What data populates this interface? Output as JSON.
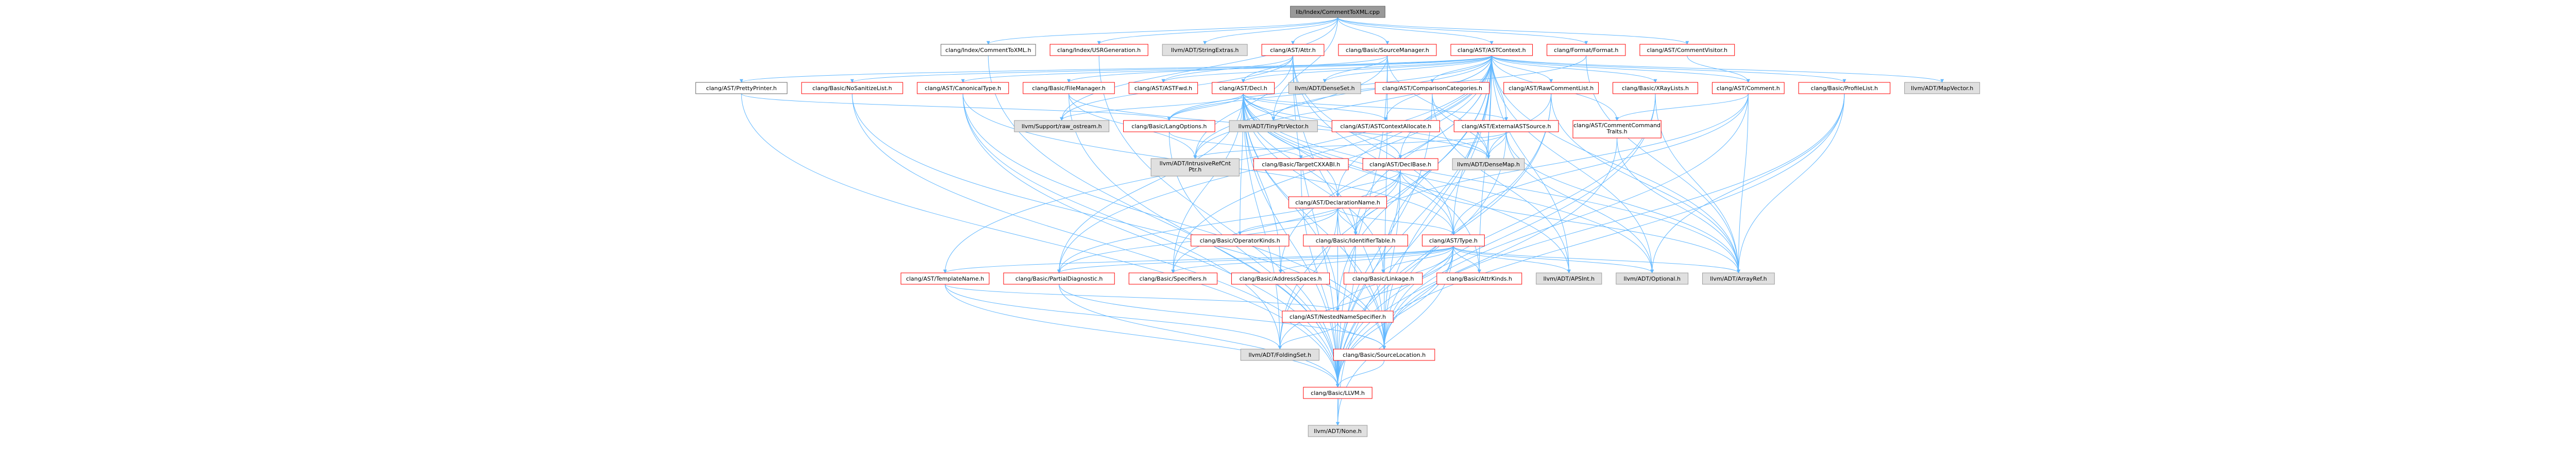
{
  "colors": {
    "edge": "#63b8ff",
    "root_fill": "#999999",
    "link_border": "#ff0000",
    "external_fill": "#e0e0e0",
    "default_border": "#666666"
  },
  "nodes": [
    {
      "id": "root",
      "label": "lib/Index/CommentToXML.cpp",
      "style": "root"
    },
    {
      "id": "ASTContext",
      "label": "clang/AST/ASTContext.h",
      "style": "red"
    },
    {
      "id": "Attr",
      "label": "clang/AST/Attr.h",
      "style": "red"
    },
    {
      "id": "CommentVisitor",
      "label": "clang/AST/CommentVisitor.h",
      "style": "red"
    },
    {
      "id": "Decl",
      "label": "clang/AST/Decl.h",
      "style": "red"
    },
    {
      "id": "PrettyPrinter",
      "label": "clang/AST/PrettyPrinter.h",
      "style": "plain"
    },
    {
      "id": "ASTFwd",
      "label": "clang/AST/ASTFwd.h",
      "style": "red"
    },
    {
      "id": "CanonicalType",
      "label": "clang/AST/CanonicalType.h",
      "style": "red"
    },
    {
      "id": "CommentCommandTraits",
      "label": "clang/AST/CommentCommand\nTraits.h",
      "style": "red"
    },
    {
      "id": "ComparisonCategories",
      "label": "clang/AST/ComparisonCategories.h",
      "style": "red"
    },
    {
      "id": "DeclBase",
      "label": "clang/AST/DeclBase.h",
      "style": "red"
    },
    {
      "id": "DeclarationName",
      "label": "clang/AST/DeclarationName.h",
      "style": "red"
    },
    {
      "id": "ExternalASTSource",
      "label": "clang/AST/ExternalASTSource.h",
      "style": "red"
    },
    {
      "id": "NestedNameSpecifier",
      "label": "clang/AST/NestedNameSpecifier.h",
      "style": "red"
    },
    {
      "id": "RawCommentList",
      "label": "clang/AST/RawCommentList.h",
      "style": "red"
    },
    {
      "id": "TemplateName",
      "label": "clang/AST/TemplateName.h",
      "style": "red"
    },
    {
      "id": "Type",
      "label": "clang/AST/Type.h",
      "style": "red"
    },
    {
      "id": "AddressSpaces",
      "label": "clang/Basic/AddressSpaces.h",
      "style": "red"
    },
    {
      "id": "IdentifierTable",
      "label": "clang/Basic/IdentifierTable.h",
      "style": "red"
    },
    {
      "id": "LLVM",
      "label": "clang/Basic/LLVM.h",
      "style": "red"
    },
    {
      "id": "LangOptions",
      "label": "clang/Basic/LangOptions.h",
      "style": "red"
    },
    {
      "id": "NoSanitizeList",
      "label": "clang/Basic/NoSanitizeList.h",
      "style": "red"
    },
    {
      "id": "PartialDiagnostic",
      "label": "clang/Basic/PartialDiagnostic.h",
      "style": "red"
    },
    {
      "id": "ProfileList",
      "label": "clang/Basic/ProfileList.h",
      "style": "red"
    },
    {
      "id": "SourceLocation",
      "label": "clang/Basic/SourceLocation.h",
      "style": "red"
    },
    {
      "id": "Specifiers",
      "label": "clang/Basic/Specifiers.h",
      "style": "red"
    },
    {
      "id": "XRayLists",
      "label": "clang/Basic/XRayLists.h",
      "style": "red"
    },
    {
      "id": "ArrayRef",
      "label": "llvm/ADT/ArrayRef.h",
      "style": "grey"
    },
    {
      "id": "DenseMap",
      "label": "llvm/ADT/DenseMap.h",
      "style": "grey"
    },
    {
      "id": "DenseSet",
      "label": "llvm/ADT/DenseSet.h",
      "style": "grey"
    },
    {
      "id": "FoldingSet",
      "label": "llvm/ADT/FoldingSet.h",
      "style": "grey"
    },
    {
      "id": "IntrusiveRefCntPtr",
      "label": "llvm/ADT/IntrusiveRefCnt\nPtr.h",
      "style": "grey"
    },
    {
      "id": "MapVector",
      "label": "llvm/ADT/MapVector.h",
      "style": "grey"
    },
    {
      "id": "None",
      "label": "llvm/ADT/None.h",
      "style": "grey"
    },
    {
      "id": "Optional",
      "label": "llvm/ADT/Optional.h",
      "style": "grey"
    },
    {
      "id": "TinyPtrVector",
      "label": "llvm/ADT/TinyPtrVector.h",
      "style": "grey"
    },
    {
      "id": "APSInt",
      "label": "llvm/ADT/APSInt.h",
      "style": "grey"
    },
    {
      "id": "StringExtras",
      "label": "llvm/ADT/StringExtras.h",
      "style": "grey"
    },
    {
      "id": "rawostream",
      "label": "llvm/Support/raw_ostream.h",
      "style": "grey"
    },
    {
      "id": "SourceManager",
      "label": "clang/Basic/SourceManager.h",
      "style": "red"
    },
    {
      "id": "FileManager",
      "label": "clang/Basic/FileManager.h",
      "style": "red"
    },
    {
      "id": "Comment",
      "label": "clang/AST/Comment.h",
      "style": "red"
    },
    {
      "id": "ASTContextAllocate",
      "label": "clang/AST/ASTContextAllocate.h",
      "style": "red"
    },
    {
      "id": "TargetCXXABI",
      "label": "clang/Basic/TargetCXXABI.h",
      "style": "red"
    },
    {
      "id": "FormatH",
      "label": "clang/Format/Format.h",
      "style": "red"
    },
    {
      "id": "CommentToXMLh",
      "label": "clang/Index/CommentToXML.h",
      "style": "plain"
    },
    {
      "id": "USRGeneration",
      "label": "clang/Index/USRGeneration.h",
      "style": "red"
    },
    {
      "id": "OperatorKinds",
      "label": "clang/Basic/OperatorKinds.h",
      "style": "red"
    },
    {
      "id": "Linkage",
      "label": "clang/Basic/Linkage.h",
      "style": "red"
    },
    {
      "id": "AttrKinds",
      "label": "clang/Basic/AttrKinds.h",
      "style": "red"
    }
  ],
  "edges": [
    [
      "root",
      "ASTContext"
    ],
    [
      "root",
      "Attr"
    ],
    [
      "root",
      "CommentVisitor"
    ],
    [
      "root",
      "FormatH"
    ],
    [
      "root",
      "CommentToXMLh"
    ],
    [
      "root",
      "USRGeneration"
    ],
    [
      "root",
      "StringExtras"
    ],
    [
      "root",
      "TinyPtrVector"
    ],
    [
      "root",
      "rawostream"
    ],
    [
      "root",
      "SourceManager"
    ],
    [
      "ASTContext",
      "ASTFwd"
    ],
    [
      "ASTContext",
      "CanonicalType"
    ],
    [
      "ASTContext",
      "CommentCommandTraits"
    ],
    [
      "ASTContext",
      "ComparisonCategories"
    ],
    [
      "ASTContext",
      "Decl"
    ],
    [
      "ASTContext",
      "DeclBase"
    ],
    [
      "ASTContext",
      "DeclarationName"
    ],
    [
      "ASTContext",
      "ExternalASTSource"
    ],
    [
      "ASTContext",
      "NestedNameSpecifier"
    ],
    [
      "ASTContext",
      "PrettyPrinter"
    ],
    [
      "ASTContext",
      "RawCommentList"
    ],
    [
      "ASTContext",
      "TemplateName"
    ],
    [
      "ASTContext",
      "Type"
    ],
    [
      "ASTContext",
      "AddressSpaces"
    ],
    [
      "ASTContext",
      "IdentifierTable"
    ],
    [
      "ASTContext",
      "LLVM"
    ],
    [
      "ASTContext",
      "LangOptions"
    ],
    [
      "ASTContext",
      "Linkage"
    ],
    [
      "ASTContext",
      "NoSanitizeList"
    ],
    [
      "ASTContext",
      "PartialDiagnostic"
    ],
    [
      "ASTContext",
      "ProfileList"
    ],
    [
      "ASTContext",
      "SourceLocation"
    ],
    [
      "ASTContext",
      "Specifiers"
    ],
    [
      "ASTContext",
      "XRayLists"
    ],
    [
      "ASTContext",
      "ArrayRef"
    ],
    [
      "ASTContext",
      "DenseMap"
    ],
    [
      "ASTContext",
      "DenseSet"
    ],
    [
      "ASTContext",
      "FoldingSet"
    ],
    [
      "ASTContext",
      "IntrusiveRefCntPtr"
    ],
    [
      "ASTContext",
      "MapVector"
    ],
    [
      "ASTContext",
      "None"
    ],
    [
      "ASTContext",
      "Optional"
    ],
    [
      "ASTContext",
      "TinyPtrVector"
    ],
    [
      "ASTContext",
      "APSInt"
    ],
    [
      "ASTContext",
      "Comment"
    ],
    [
      "ASTContext",
      "ASTContextAllocate"
    ],
    [
      "ASTContext",
      "AttrKinds"
    ],
    [
      "Attr",
      "ASTFwd"
    ],
    [
      "Attr",
      "Decl"
    ],
    [
      "Attr",
      "Type"
    ],
    [
      "Attr",
      "AttrKinds"
    ],
    [
      "Attr",
      "LLVM"
    ],
    [
      "Attr",
      "SourceLocation"
    ],
    [
      "Attr",
      "rawostream"
    ],
    [
      "Attr",
      "IntrusiveRefCntPtr"
    ],
    [
      "CommentVisitor",
      "Comment"
    ],
    [
      "Decl",
      "ASTContextAllocate"
    ],
    [
      "Decl",
      "DeclBase"
    ],
    [
      "Decl",
      "DeclarationName"
    ],
    [
      "Decl",
      "ExternalASTSource"
    ],
    [
      "Decl",
      "NestedNameSpecifier"
    ],
    [
      "Decl",
      "Type"
    ],
    [
      "Decl",
      "AddressSpaces"
    ],
    [
      "Decl",
      "IdentifierTable"
    ],
    [
      "Decl",
      "LLVM"
    ],
    [
      "Decl",
      "Linkage"
    ],
    [
      "Decl",
      "OperatorKinds"
    ],
    [
      "Decl",
      "PartialDiagnostic"
    ],
    [
      "Decl",
      "SourceLocation"
    ],
    [
      "Decl",
      "Specifiers"
    ],
    [
      "Decl",
      "ArrayRef"
    ],
    [
      "Decl",
      "Optional"
    ],
    [
      "Decl",
      "APSInt"
    ],
    [
      "Decl",
      "FoldingSet"
    ],
    [
      "Decl",
      "LangOptions"
    ],
    [
      "Decl",
      "rawostream"
    ],
    [
      "Decl",
      "DenseMap"
    ],
    [
      "Decl",
      "TinyPtrVector"
    ],
    [
      "PrettyPrinter",
      "LangOptions"
    ],
    [
      "PrettyPrinter",
      "LLVM"
    ],
    [
      "CanonicalType",
      "Type"
    ],
    [
      "CanonicalType",
      "LLVM"
    ],
    [
      "CanonicalType",
      "SourceLocation"
    ],
    [
      "CanonicalType",
      "FoldingSet"
    ],
    [
      "CommentCommandTraits",
      "LLVM"
    ],
    [
      "CommentCommandTraits",
      "ArrayRef"
    ],
    [
      "ComparisonCategories",
      "LLVM"
    ],
    [
      "ComparisonCategories",
      "APSInt"
    ],
    [
      "ComparisonCategories",
      "DenseMap"
    ],
    [
      "DeclBase",
      "DeclarationName"
    ],
    [
      "DeclBase",
      "IdentifierTable"
    ],
    [
      "DeclBase",
      "LLVM"
    ],
    [
      "DeclBase",
      "SourceLocation"
    ],
    [
      "DeclBase",
      "Specifiers"
    ],
    [
      "DeclBase",
      "ArrayRef"
    ],
    [
      "DeclBase",
      "PartialDiagnostic"
    ],
    [
      "DeclarationName",
      "Type"
    ],
    [
      "DeclarationName",
      "IdentifierTable"
    ],
    [
      "DeclarationName",
      "OperatorKinds"
    ],
    [
      "DeclarationName",
      "PartialDiagnostic"
    ],
    [
      "DeclarationName",
      "SourceLocation"
    ],
    [
      "DeclarationName",
      "FoldingSet"
    ],
    [
      "DeclarationName",
      "LLVM"
    ],
    [
      "ExternalASTSource",
      "DeclBase"
    ],
    [
      "ExternalASTSource",
      "LLVM"
    ],
    [
      "ExternalASTSource",
      "ArrayRef"
    ],
    [
      "ExternalASTSource",
      "DenseMap"
    ],
    [
      "ExternalASTSource",
      "IntrusiveRefCntPtr"
    ],
    [
      "ExternalASTSource",
      "Optional"
    ],
    [
      "NestedNameSpecifier",
      "LLVM"
    ],
    [
      "NestedNameSpecifier",
      "SourceLocation"
    ],
    [
      "NestedNameSpecifier",
      "FoldingSet"
    ],
    [
      "RawCommentList",
      "LLVM"
    ],
    [
      "RawCommentList",
      "SourceLocation"
    ],
    [
      "RawCommentList",
      "ArrayRef"
    ],
    [
      "RawCommentList",
      "DenseMap"
    ],
    [
      "TemplateName",
      "NestedNameSpecifier"
    ],
    [
      "TemplateName",
      "LLVM"
    ],
    [
      "TemplateName",
      "FoldingSet"
    ],
    [
      "Type",
      "NestedNameSpecifier"
    ],
    [
      "Type",
      "TemplateName"
    ],
    [
      "Type",
      "AddressSpaces"
    ],
    [
      "Type",
      "AttrKinds"
    ],
    [
      "Type",
      "LLVM"
    ],
    [
      "Type",
      "Linkage"
    ],
    [
      "Type",
      "PartialDiagnostic"
    ],
    [
      "Type",
      "SourceLocation"
    ],
    [
      "Type",
      "Specifiers"
    ],
    [
      "Type",
      "APSInt"
    ],
    [
      "Type",
      "ArrayRef"
    ],
    [
      "Type",
      "FoldingSet"
    ],
    [
      "Type",
      "None"
    ],
    [
      "Type",
      "Optional"
    ],
    [
      "IdentifierTable",
      "LLVM"
    ],
    [
      "LangOptions",
      "TargetCXXABI"
    ],
    [
      "LangOptions",
      "LLVM"
    ],
    [
      "TargetCXXABI",
      "LLVM"
    ],
    [
      "NoSanitizeList",
      "LLVM"
    ],
    [
      "NoSanitizeList",
      "SourceLocation"
    ],
    [
      "PartialDiagnostic",
      "LLVM"
    ],
    [
      "PartialDiagnostic",
      "SourceLocation"
    ],
    [
      "ProfileList",
      "LLVM"
    ],
    [
      "ProfileList",
      "SourceLocation"
    ],
    [
      "ProfileList",
      "Optional"
    ],
    [
      "ProfileList",
      "ArrayRef"
    ],
    [
      "SourceLocation",
      "LLVM"
    ],
    [
      "XRayLists",
      "LLVM"
    ],
    [
      "XRayLists",
      "SourceLocation"
    ],
    [
      "XRayLists",
      "ArrayRef"
    ],
    [
      "LLVM",
      "None"
    ],
    [
      "Comment",
      "CommentCommandTraits"
    ],
    [
      "Comment",
      "IdentifierTable"
    ],
    [
      "Comment",
      "SourceLocation"
    ],
    [
      "Comment",
      "ArrayRef"
    ],
    [
      "Comment",
      "Type"
    ],
    [
      "SourceManager",
      "FileManager"
    ],
    [
      "SourceManager",
      "SourceLocation"
    ],
    [
      "SourceManager",
      "DenseMap"
    ],
    [
      "SourceManager",
      "DenseSet"
    ],
    [
      "SourceManager",
      "IntrusiveRefCntPtr"
    ],
    [
      "SourceManager",
      "LLVM"
    ],
    [
      "FileManager",
      "LLVM"
    ],
    [
      "FileManager",
      "DenseMap"
    ],
    [
      "FileManager",
      "IntrusiveRefCntPtr"
    ],
    [
      "FormatH",
      "LangOptions"
    ],
    [
      "FormatH",
      "ArrayRef"
    ],
    [
      "CommentToXMLh",
      "LLVM"
    ],
    [
      "USRGeneration",
      "LLVM"
    ]
  ]
}
